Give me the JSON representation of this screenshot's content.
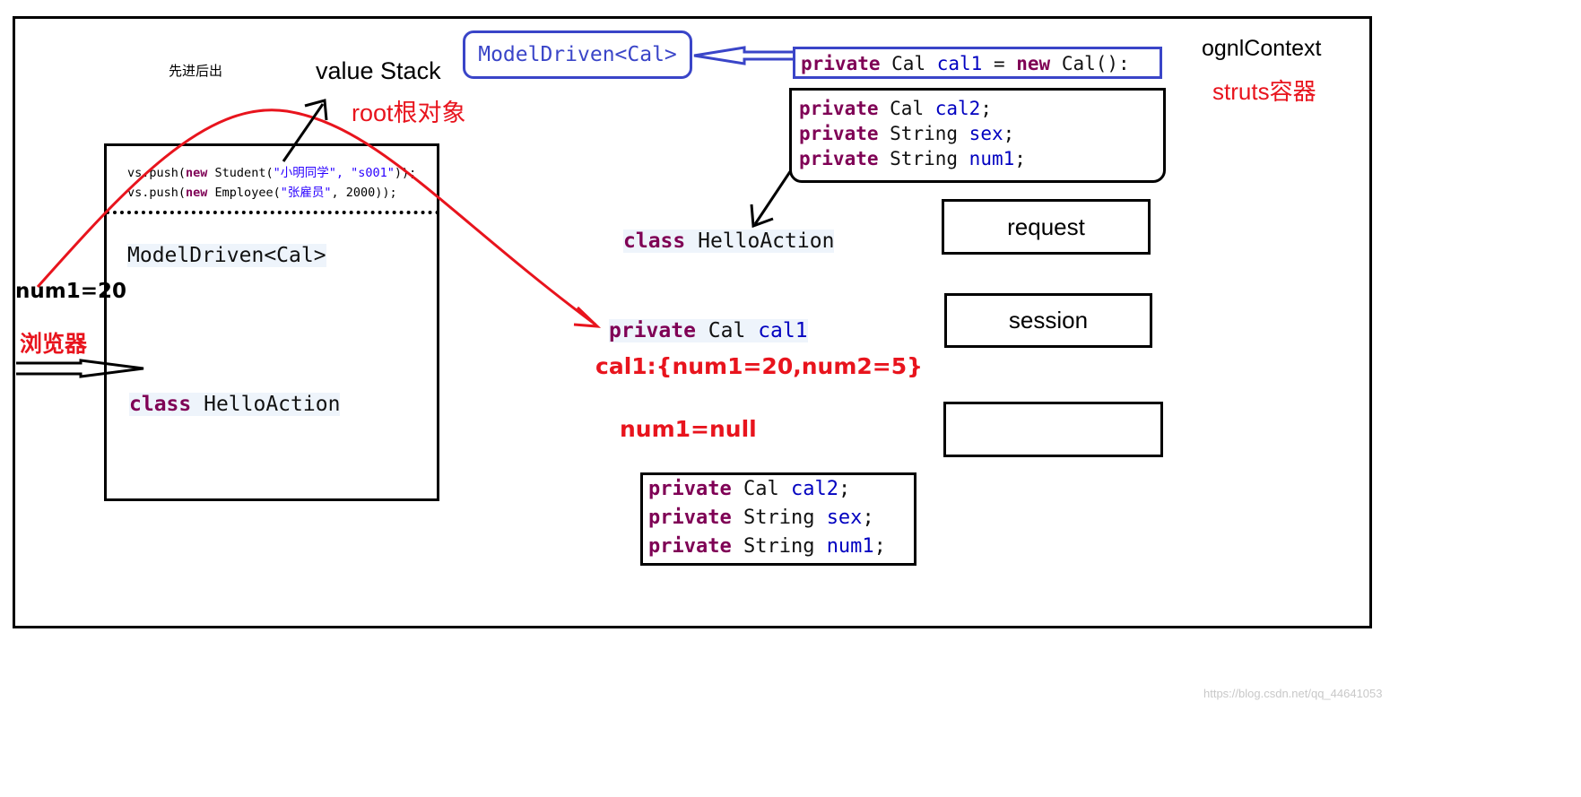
{
  "top_note": "先进后出",
  "value_stack": {
    "title": "value Stack",
    "root_label": "root根对象",
    "push_lines": [
      {
        "prefix": "vs.push(",
        "kw": "new",
        "cls": " Student(",
        "args": "\"小明同学\", \"s001\"",
        "suffix": "));"
      },
      {
        "prefix": "vs.push(",
        "kw": "new",
        "cls": " Employee(",
        "args": "\"张雇员\"",
        "suffix": ", 2000));"
      }
    ],
    "model_driven": "ModelDriven<Cal>",
    "class_kw": "class",
    "class_name": " HelloAction"
  },
  "browser": {
    "param": "num1=20",
    "label": "浏览器"
  },
  "top_model_driven": "ModelDriven<Cal>",
  "field_cal1_decl": {
    "kw1": "private",
    "type": " Cal ",
    "name": "cal1",
    "eq": " = ",
    "kw2": "new",
    "rest": " Cal():"
  },
  "fields_box_top": [
    {
      "kw": "private",
      "type": " Cal ",
      "name": "cal2",
      "end": ";"
    },
    {
      "kw": "private",
      "type": " String ",
      "name": "sex",
      "end": ";"
    },
    {
      "kw": "private",
      "type": " String ",
      "name": "num1",
      "end": ";"
    }
  ],
  "class_hello": {
    "kw": "class",
    "name": " HelloAction"
  },
  "private_cal1": {
    "kw": "private",
    "type": " Cal ",
    "name": "cal1"
  },
  "cal1_value": "cal1:{num1=20,num2=5}",
  "num1_null": "num1=null",
  "fields_box_bottom": [
    {
      "kw": "private",
      "type": " Cal ",
      "name": "cal2",
      "end": ";"
    },
    {
      "kw": "private",
      "type": " String ",
      "name": "sex",
      "end": ";"
    },
    {
      "kw": "private",
      "type": " String ",
      "name": "num1",
      "end": ";"
    }
  ],
  "ognl": {
    "title": "ognlContext",
    "subtitle": "struts容器",
    "request": "request",
    "session": "session",
    "empty": ""
  },
  "watermark": "https://blog.csdn.net/qq_44641053"
}
